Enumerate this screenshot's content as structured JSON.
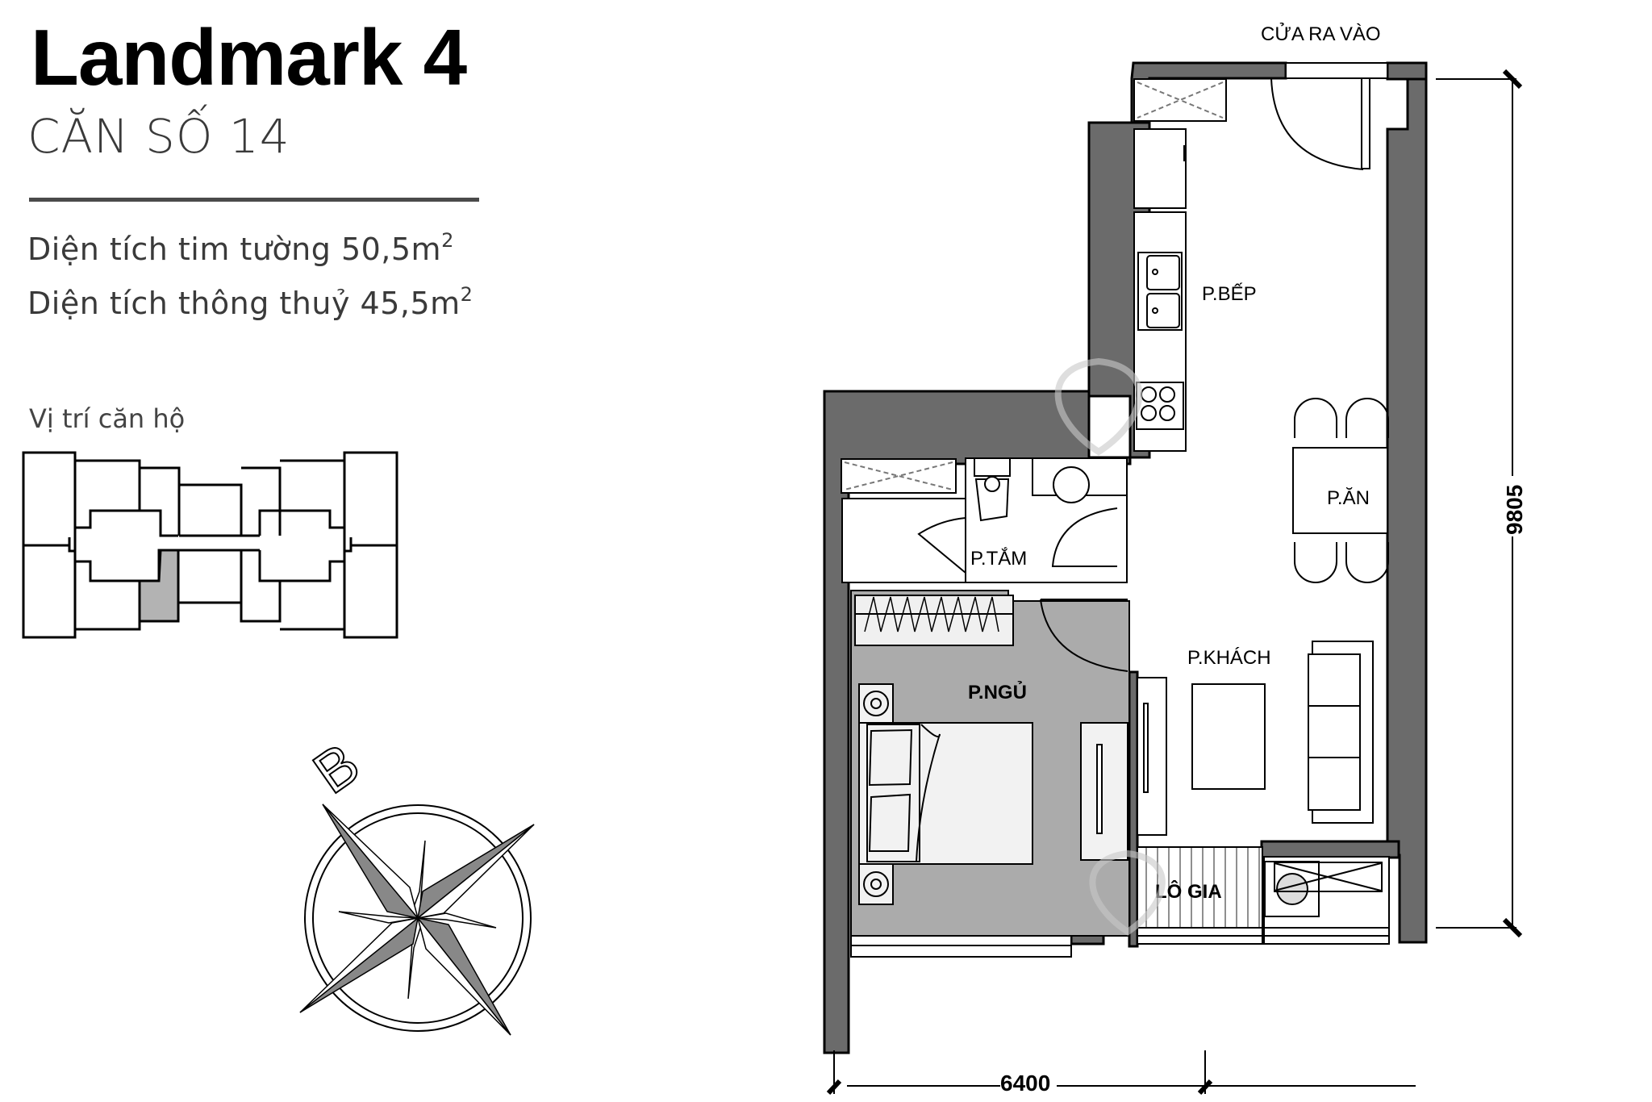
{
  "header": {
    "project": "Landmark 4",
    "unit": "CĂN SỐ 14",
    "area_wall_center_label": "Diện tích tim tường 50,5m",
    "area_wall_center_exp": "2",
    "area_clear_label": "Diện tích thông thuỷ 45,5m",
    "area_clear_exp": "2",
    "location_label": "Vị trí căn hộ"
  },
  "plan": {
    "entrance_label": "CỬA RA VÀO",
    "rooms": {
      "kitchen": "P.BẾP",
      "dining": "P.ĂN",
      "bathroom": "P.TẮM",
      "living": "P.KHÁCH",
      "bedroom": "P.NGỦ",
      "loggia": "LÔ GIA"
    },
    "dimensions": {
      "height": "9805",
      "width": "6400"
    },
    "compass_letter": "B",
    "colors": {
      "wall": "#6b6b6b",
      "bedroom_fill": "#ababab",
      "highlight_unit": "#b3b3b3",
      "furniture_fill": "#f2f2f2"
    }
  }
}
